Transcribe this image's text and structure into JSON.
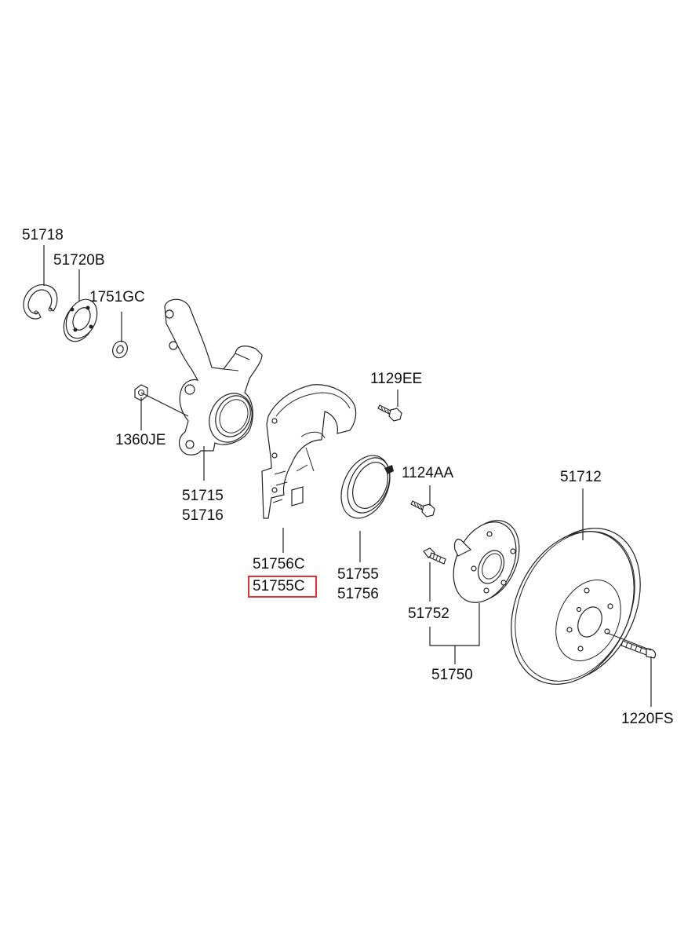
{
  "labels": {
    "p51718": "51718",
    "p51720b": "51720B",
    "p1751gc": "1751GC",
    "p1360je": "1360JE",
    "p51715": "51715",
    "p51716": "51716",
    "p1129ee": "1129EE",
    "p1124aa": "1124AA",
    "p51756c": "51756C",
    "p51755c": "51755C",
    "p51755": "51755",
    "p51756": "51756",
    "p51712": "51712",
    "p51752": "51752",
    "p51750": "51750",
    "p1220fs": "1220FS"
  },
  "highlight": {
    "part": "51755C",
    "color": "#e03030"
  }
}
